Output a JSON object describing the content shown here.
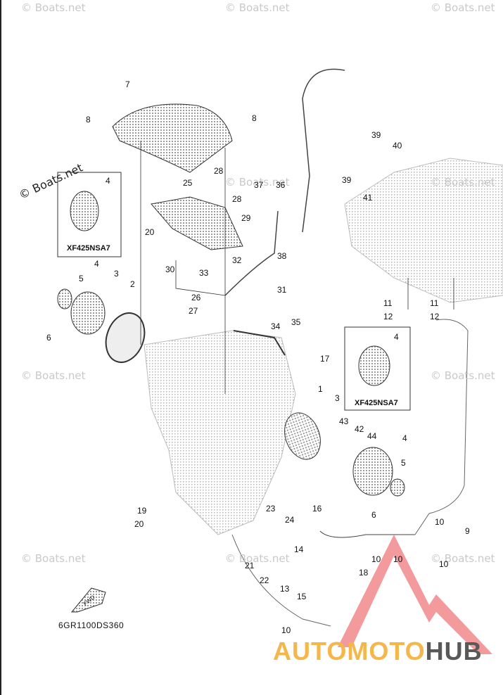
{
  "diagram_code": "6GR1100DS360",
  "inset_labels": [
    "XF425NSA7",
    "XF425NSA7"
  ],
  "watermark_text": "© Boats.net",
  "brand": {
    "part1": "AUTOMOTO",
    "part2": "HUB",
    "color1": "#f5b64a",
    "color2": "#595959",
    "logo_color": "#e8474b"
  },
  "fwd_arrow_label": "FWD",
  "callouts": [
    "1",
    "2",
    "3",
    "3",
    "4",
    "4",
    "4",
    "4",
    "5",
    "5",
    "6",
    "6",
    "7",
    "8",
    "8",
    "9",
    "10",
    "10",
    "10",
    "10",
    "10",
    "11",
    "11",
    "12",
    "12",
    "13",
    "14",
    "15",
    "16",
    "17",
    "18",
    "19",
    "20",
    "20",
    "21",
    "22",
    "23",
    "24",
    "25",
    "26",
    "27",
    "28",
    "28",
    "29",
    "30",
    "31",
    "32",
    "33",
    "34",
    "35",
    "36",
    "37",
    "38",
    "39",
    "39",
    "40",
    "41",
    "42",
    "43",
    "44"
  ]
}
